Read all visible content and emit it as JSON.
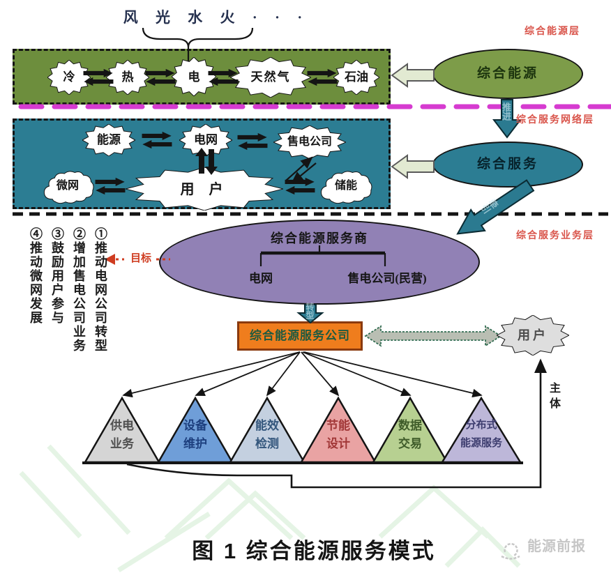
{
  "caption": "图 1 综合能源服务模式",
  "watermark": {
    "brand": "能源前报"
  },
  "top_sources": {
    "text": "风 光 水 火",
    "dots": "· · ·"
  },
  "layer_labels": {
    "energy": "综合能源层",
    "network": "综合服务网络层",
    "business": "综合服务业务层",
    "color": "#d9544a"
  },
  "energy_layer": {
    "box_color": "#6d8e3d",
    "nodes": [
      "冷",
      "热",
      "电",
      "天然气",
      "石油"
    ]
  },
  "energy_ellipse": {
    "label": "综合能源",
    "color": "#7d9c49"
  },
  "service_ellipse": {
    "label": "综合服务",
    "color": "#2c7d93"
  },
  "network_layer": {
    "box_color": "#2c7d93",
    "nodes": {
      "energy": "能源",
      "grid": "电网",
      "retailer": "售电公司",
      "microgrid": "微网",
      "user": "用 户",
      "storage": "储能"
    }
  },
  "provider_ellipse": {
    "color": "#9181b5",
    "title": "综合能源服务商",
    "left_child": "电网",
    "right_child": "售电公司(民营)"
  },
  "goal_arrow": {
    "label": "目标",
    "color": "#cf3c20"
  },
  "goals": [
    "④推动微网发展",
    "③鼓励用户参与",
    "②增加售电公司业务",
    "①推动电网公司转型"
  ],
  "flow_labels": {
    "push": "推进",
    "pull": "牵引",
    "transform": "转型"
  },
  "company_box": {
    "label": "综合能源服务公司",
    "fill": "#ef7d1d",
    "text_color": "#1e5a40"
  },
  "user_node": {
    "label": "用户"
  },
  "subject_label": "主体",
  "services": [
    {
      "line1": "供电",
      "line2": "业务",
      "fill": "#d5d5d5",
      "text": "#4f4f4f"
    },
    {
      "line1": "设备",
      "line2": "维护",
      "fill": "#6f9ed8",
      "text": "#1d3f7e"
    },
    {
      "line1": "能效",
      "line2": "检测",
      "fill": "#c4d0e0",
      "text": "#33567c"
    },
    {
      "line1": "节能",
      "line2": "设计",
      "fill": "#e9a3a3",
      "text": "#a13737"
    },
    {
      "line1": "数据",
      "line2": "交易",
      "fill": "#b7d091",
      "text": "#3f5c2a"
    },
    {
      "line1": "分布式",
      "line2": "能源服务",
      "fill": "#bdb7d9",
      "text": "#3c3c6e"
    }
  ]
}
